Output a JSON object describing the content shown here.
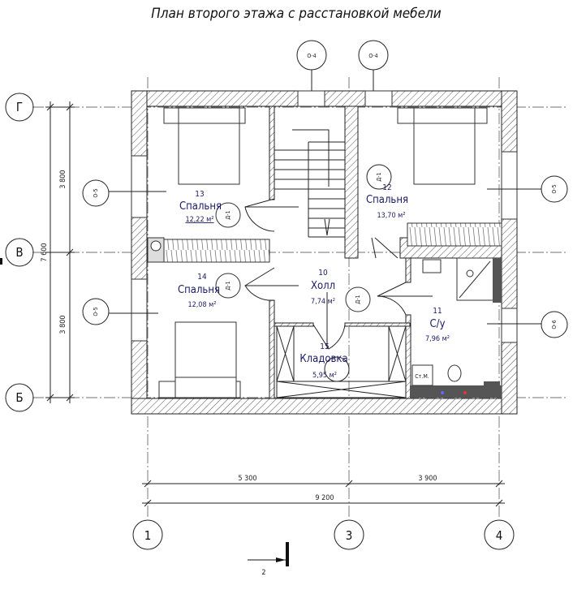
{
  "title": "План второго этажа с расстановкой мебели",
  "axes": {
    "horizontal": [
      "Г",
      "В",
      "Б"
    ],
    "vertical": [
      "1",
      "3",
      "4"
    ]
  },
  "dimensions": {
    "left": [
      "3 800",
      "7 600",
      "3 800"
    ],
    "bottom": [
      "5 300",
      "3 900",
      "9 200"
    ]
  },
  "rooms": [
    {
      "number": "13",
      "name": "Спальня",
      "area": "12,22 м²"
    },
    {
      "number": "12",
      "name": "Спальня",
      "area": "13,70 м²"
    },
    {
      "number": "14",
      "name": "Спальня",
      "area": "12,08 м²"
    },
    {
      "number": "10",
      "name": "Холл",
      "area": "7,74 м²"
    },
    {
      "number": "11",
      "name": "С/у",
      "area": "7,96 м²"
    },
    {
      "number": "15",
      "name": "Кладовка",
      "area": "5,95 м²"
    }
  ],
  "window_marks": [
    "О-4",
    "О-4",
    "О-5",
    "О-5",
    "О-5",
    "О-6"
  ],
  "door_marks": [
    "Д-1",
    "Д-1",
    "Д-1",
    "Д-1"
  ],
  "fixtures": {
    "washer_label": "Ст.М."
  },
  "section_mark": "2"
}
